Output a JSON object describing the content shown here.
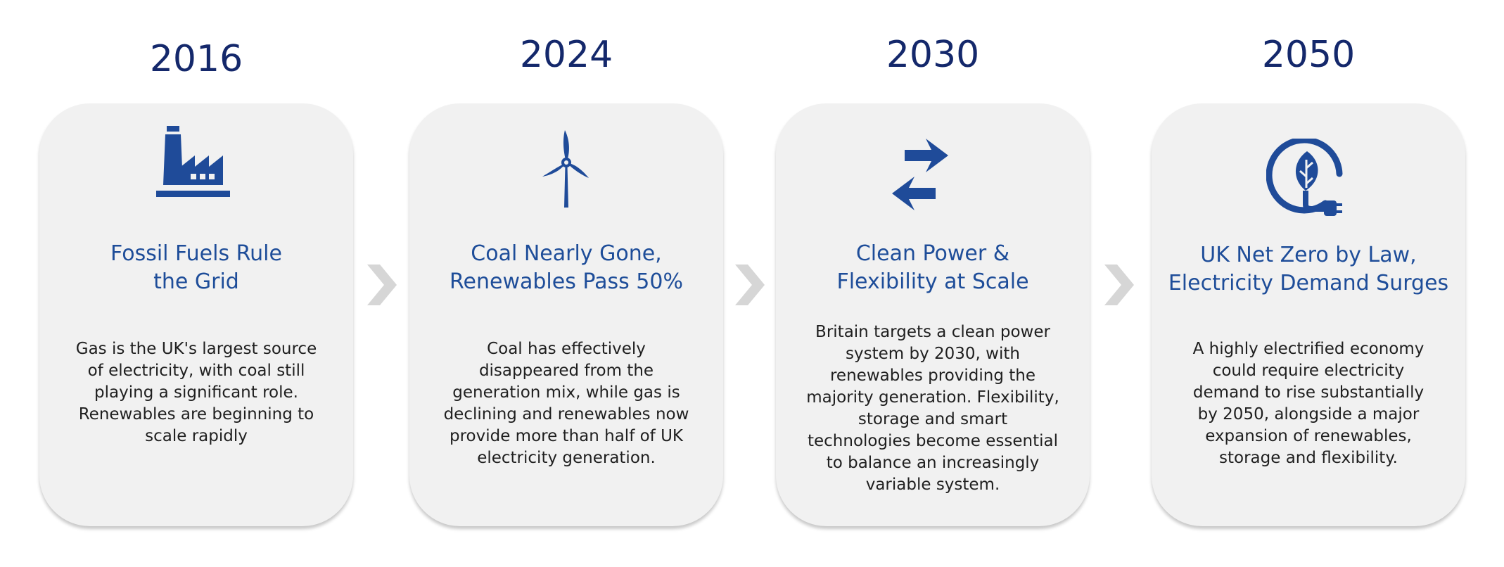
{
  "colors": {
    "year": "#14286b",
    "title": "#1e4d99",
    "icon": "#1f4b99",
    "card": "#f1f1f1",
    "chevron": "#d6d6d6"
  },
  "timeline": [
    {
      "year": "2016",
      "icon": "factory-icon",
      "title": [
        "Fossil Fuels Rule",
        "the Grid"
      ],
      "description": "Gas is the UK's largest source of electricity, with coal still playing a significant role. Renewables are beginning to scale rapidly"
    },
    {
      "year": "2024",
      "icon": "wind-turbine-icon",
      "title": [
        "Coal Nearly Gone,",
        "Renewables Pass 50%"
      ],
      "description": "Coal has effectively disappeared from the generation mix, while gas is declining and renewables now provide more than half of UK electricity generation."
    },
    {
      "year": "2030",
      "icon": "exchange-arrows-icon",
      "title": [
        "Clean Power &",
        "Flexibility at Scale"
      ],
      "description": "Britain targets a clean power system by 2030, with renewables providing the majority generation. Flexibility, storage and smart technologies become essential to balance an increasingly variable system."
    },
    {
      "year": "2050",
      "icon": "leaf-plug-icon",
      "title": [
        "UK Net Zero by Law,",
        "Electricity Demand Surges"
      ],
      "description": "A highly electrified economy could require electricity demand to rise substantially by 2050, alongside a major expansion of renewables, storage and flexibility."
    }
  ]
}
